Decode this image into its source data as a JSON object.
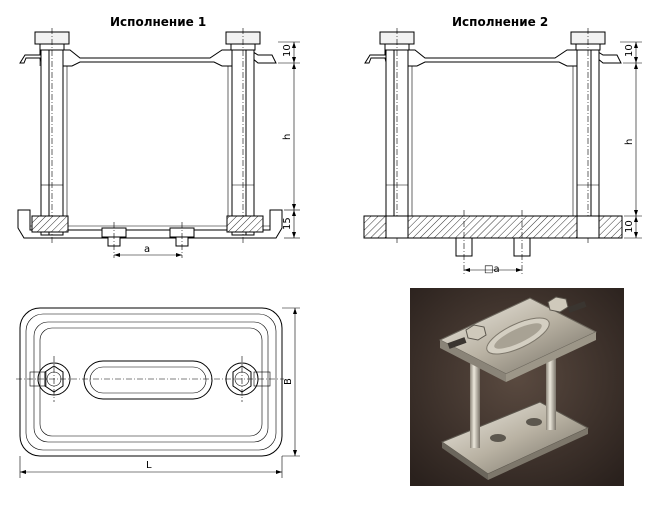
{
  "figure": {
    "title_variant1": "Исполнение 1",
    "title_variant2": "Исполнение 2",
    "variant1_dims": {
      "top": "10",
      "height": "h",
      "bottom": "15",
      "spacing": "a"
    },
    "variant2_dims": {
      "top": "10",
      "height": "h",
      "bottom": "10",
      "spacing": "□a"
    },
    "top_view_dims": {
      "length": "L",
      "width": "B"
    }
  },
  "colors": {
    "line": "#000000",
    "photo_background": "#3b302a",
    "metal_light": "#d9d4c8",
    "metal_dark": "#8c8475"
  }
}
